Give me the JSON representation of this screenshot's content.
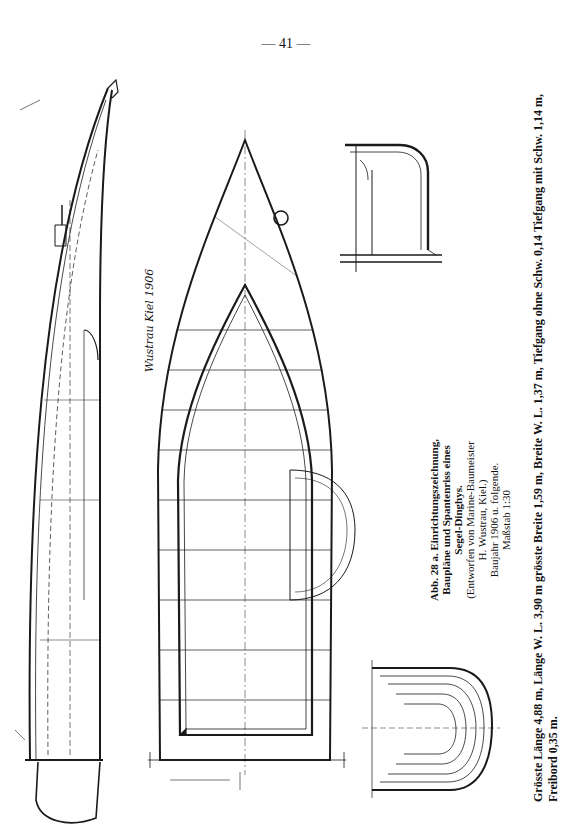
{
  "diagram": {
    "caption": "Abb. 28 a. Einrichtungszeichnung, Baupläne und Spantenriss eines Segel-Dinghys.",
    "labels": [
      "— 41 —",
      "(Entworfen von Marine-Baumeister H. Wustrau, Kiel.)",
      "Baujahr 1906 u. folgende.",
      "Maßstab 1:30",
      "Grösste Länge 4,88 m, Länge W. L. 3,90 m grösste Breite 1,59 m, Breite W. L. 1,37 m, Tiefgang ohne Schw. 0,14 Tiefgang mit Schw. 1,14 m, Freibord 0,35 m.",
      "Wustrau Kiel 1906"
    ]
  }
}
